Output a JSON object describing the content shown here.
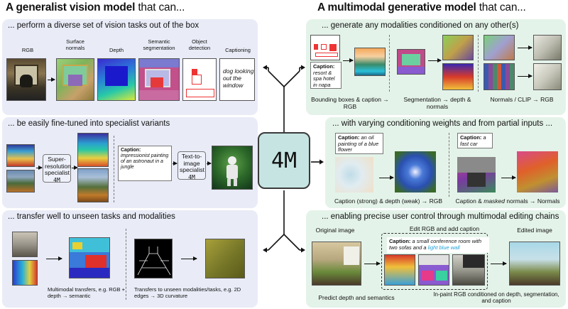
{
  "headers": {
    "left_bold": "A generalist vision model",
    "left_rest": "that can...",
    "right_bold": "A multimodal generative model",
    "right_rest": "that can..."
  },
  "center": {
    "label": "4M"
  },
  "panels": {
    "vision_tasks": {
      "title": "... perform a diverse set of vision tasks out of the box",
      "labels": [
        "RGB",
        "Surface normals",
        "Depth",
        "Semantic segmentation",
        "Object detection",
        "Captioning"
      ],
      "caption_output": "dog looking out the window"
    },
    "finetune": {
      "title": "... be easily fine-tuned into specialist variants",
      "sr_specialist": "Super-resolution specialist",
      "t2i_specialist": "Text-to-image specialist",
      "model_tag": "4M",
      "caption_prefix": "Caption:",
      "caption_text": "impressionist painting of an astronaut in a jungle"
    },
    "transfer": {
      "title": "... transfer well to unseen tasks and modalities",
      "left_caption": "Multimodal transfers, e.g. RGB + depth → semantic",
      "right_caption": "Transfers to unseen modalities/tasks, e.g. 2D edges → 3D curvature"
    },
    "generate": {
      "title": "... generate any modalities conditioned on any other(s)",
      "caption_prefix": "Caption:",
      "caption_text": "resort & spa hotel in napa",
      "caption1": "Bounding boxes & caption → RGB",
      "caption2": "Segmentation → depth & normals",
      "caption3": "Normals / CLIP → RGB"
    },
    "weights": {
      "title": "... with varying conditioning weights and from partial inputs ...",
      "caption_prefix": "Caption:",
      "caption_a": "an oil painting of a blue flower",
      "caption_b": "a fast car",
      "bottom_a": "Caption (strong) & depth (weak) → RGB",
      "bottom_b_1": "Caption &",
      "bottom_b_2": "masked",
      "bottom_b_3": "normals → Normals"
    },
    "editing": {
      "title": "... enabling precise user control through multimodal editing chains",
      "original": "Original image",
      "edit_title": "Edit RGB and add caption",
      "edited": "Edited image",
      "caption_prefix": "Caption:",
      "caption_main": "a small conference room with two sofas and a",
      "caption_blue": "light blue wall",
      "predict": "Predict depth and semantics",
      "inpaint": "In-paint RGB conditioned on depth, segmentation, and caption"
    }
  },
  "colors": {
    "blue_panel": "#e9ecf7",
    "green_panel": "#e4f3e9",
    "center_fill": "#c6e4e2",
    "accent_blue": "#1ea0d8"
  }
}
